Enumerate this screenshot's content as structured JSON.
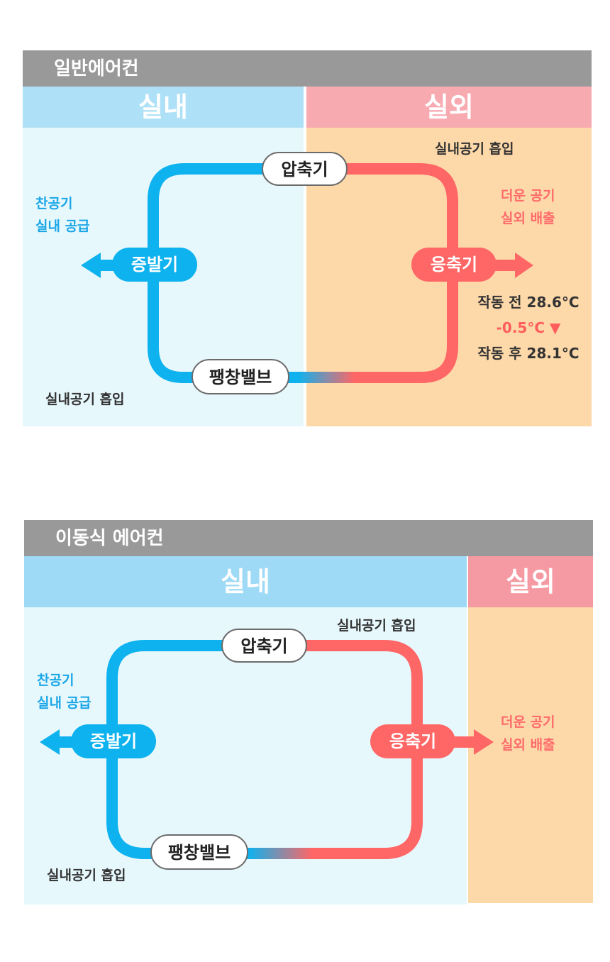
{
  "colors": {
    "title_bar": "#999999",
    "indoor_header": "#aee1f7",
    "indoor_bg": "#e7f8fd",
    "outdoor_header": "#f8aab1",
    "outdoor_bg": "#fdd8a9",
    "cold_line": "#0db2ee",
    "hot_line": "#ff6666"
  },
  "diagram1": {
    "title": "일반에어컨",
    "indoor_label": "실내",
    "outdoor_label": "실외",
    "compressor": "압축기",
    "evaporator": "증발기",
    "condenser": "응축기",
    "expansion_valve": "팽창밸브",
    "cold_air_line1": "찬공기",
    "cold_air_line2": "실내 공급",
    "hot_air_line1": "더운 공기",
    "hot_air_line2": "실외 배출",
    "intake_top": "실내공기 흡입",
    "intake_bottom": "실내공기 흡입",
    "temp_before": "작동 전 28.6°C",
    "temp_delta": "-0.5°C ▼",
    "temp_after": "작동 후 28.1°C"
  },
  "diagram2": {
    "title": "이동식 에어컨",
    "indoor_label": "실내",
    "outdoor_label": "실외",
    "compressor": "압축기",
    "evaporator": "증발기",
    "condenser": "응축기",
    "expansion_valve": "팽창밸브",
    "cold_air_line1": "찬공기",
    "cold_air_line2": "실내 공급",
    "hot_air_line1": "더운 공기",
    "hot_air_line2": "실외 배출",
    "intake_top": "실내공기 흡입",
    "intake_bottom": "실내공기 흡입"
  }
}
